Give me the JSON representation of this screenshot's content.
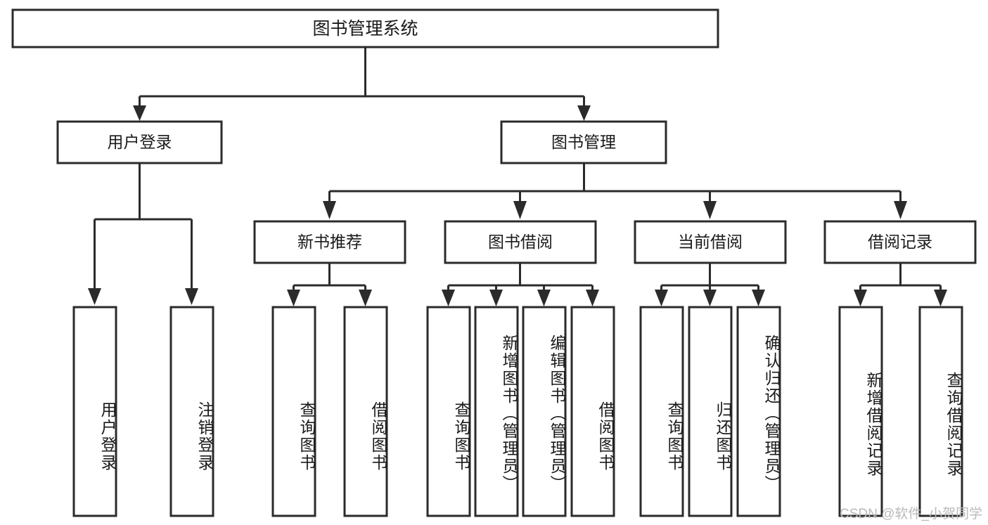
{
  "diagram": {
    "title": "图书管理系统",
    "type": "hierarchy-tree",
    "stroke_color": "#2b2b2b",
    "box_fill": "#ffffff",
    "text_color": "#1a1a1a",
    "nodes": {
      "root": {
        "label": "图书管理系统"
      },
      "level2": [
        {
          "id": "user-login",
          "label": "用户登录"
        },
        {
          "id": "book-manage",
          "label": "图书管理"
        }
      ],
      "level3": [
        {
          "id": "new-book-recommend",
          "label": "新书推荐"
        },
        {
          "id": "book-borrow",
          "label": "图书借阅"
        },
        {
          "id": "current-borrow",
          "label": "当前借阅"
        },
        {
          "id": "borrow-record",
          "label": "借阅记录"
        }
      ],
      "leaves": [
        {
          "id": "leaf-user-login",
          "label": "用户登录",
          "parent": "user-login"
        },
        {
          "id": "leaf-logout",
          "label": "注销登录",
          "parent": "user-login"
        },
        {
          "id": "leaf-query-book-1",
          "label": "查询图书",
          "parent": "new-book-recommend"
        },
        {
          "id": "leaf-borrow-book-1",
          "label": "借阅图书",
          "parent": "new-book-recommend"
        },
        {
          "id": "leaf-query-book-2",
          "label": "查询图书",
          "parent": "book-borrow"
        },
        {
          "id": "leaf-add-book",
          "label": "新增图书（管理员）",
          "parent": "book-borrow"
        },
        {
          "id": "leaf-edit-book",
          "label": "编辑图书（管理员）",
          "parent": "book-borrow"
        },
        {
          "id": "leaf-borrow-book-2",
          "label": "借阅图书",
          "parent": "book-borrow"
        },
        {
          "id": "leaf-query-book-3",
          "label": "查询图书",
          "parent": "current-borrow"
        },
        {
          "id": "leaf-return-book",
          "label": "归还图书",
          "parent": "current-borrow"
        },
        {
          "id": "leaf-confirm-return",
          "label": "确认归还（管理员）",
          "parent": "current-borrow"
        },
        {
          "id": "leaf-add-record",
          "label": "新增借阅记录",
          "parent": "borrow-record"
        },
        {
          "id": "leaf-query-record",
          "label": "查询借阅记录",
          "parent": "borrow-record"
        }
      ]
    }
  },
  "watermark": {
    "text": "CSDN @软件_小贺同学"
  }
}
